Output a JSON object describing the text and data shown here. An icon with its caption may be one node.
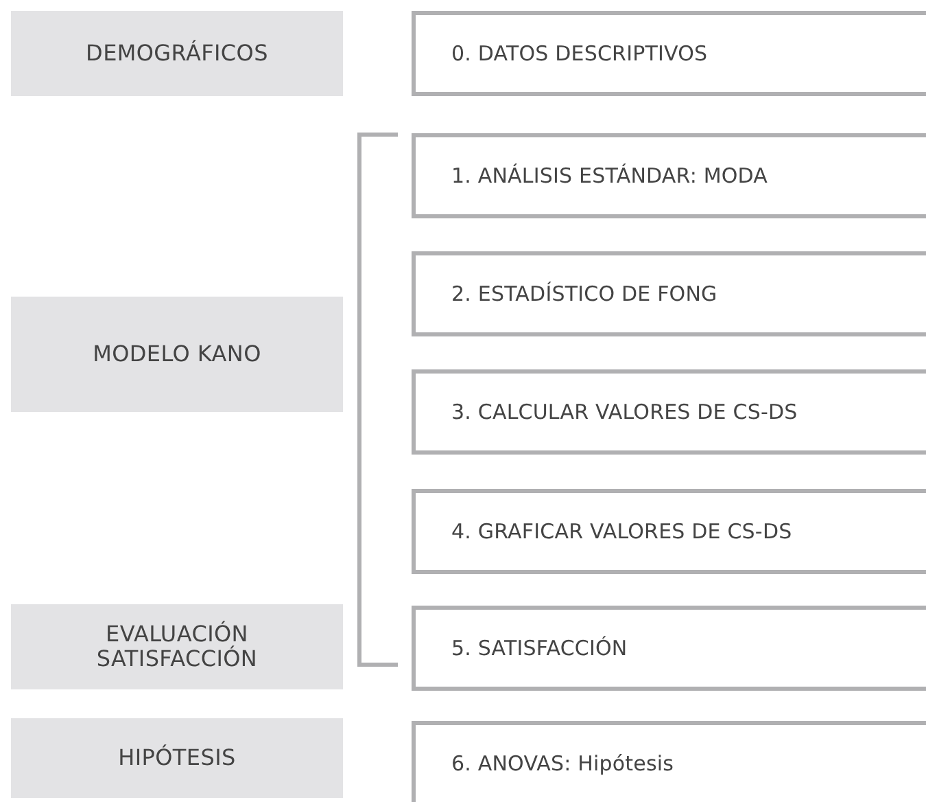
{
  "diagram": {
    "nodes": [
      {
        "text": [
          "DEMOGRÁFICOS"
        ]
      },
      {
        "text": [
          "0. DATOS DESCRIPTIVOS"
        ]
      },
      {
        "text": [
          "1. ANÁLISIS ESTÁNDAR: MODA"
        ]
      },
      {
        "text": [
          "MODELO KANO"
        ]
      },
      {
        "text": [
          "2. ESTADÍSTICO DE FONG"
        ]
      },
      {
        "text": [
          "3. CALCULAR VALORES DE CS-DS"
        ]
      },
      {
        "text": [
          "4. GRAFICAR VALORES DE CS-DS"
        ]
      },
      {
        "text": [
          "EVALUACIÓN SATISFACCIÓN"
        ]
      },
      {
        "text": [
          "5. SATISFACCIÓN"
        ]
      },
      {
        "text": [
          "HIPÓTESIS"
        ]
      },
      {
        "text": [
          "6. ANOVAS: Hipótesis"
        ]
      }
    ]
  }
}
